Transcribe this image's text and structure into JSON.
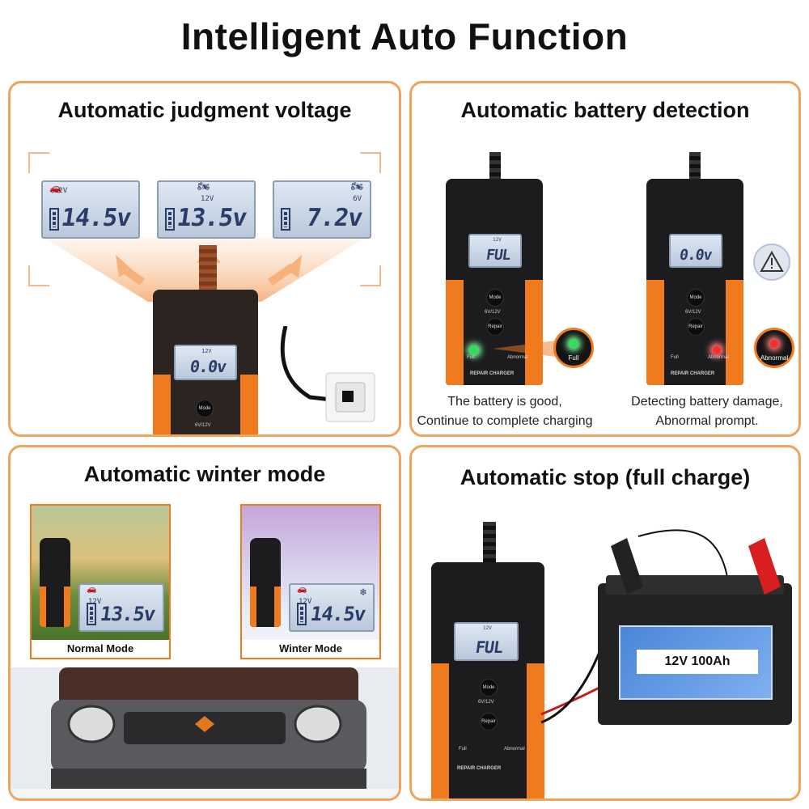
{
  "title": "Intelligent Auto Function",
  "panel1": {
    "title": "Automatic judgment voltage",
    "screens": [
      {
        "icon": "car-icon",
        "volt": "12V",
        "reading": "14.5v"
      },
      {
        "icon": "motorcycle-icon",
        "volt": "12V",
        "reading": "13.5v"
      },
      {
        "icon": "motorcycle-icon",
        "volt": "6V",
        "reading": "7.2v"
      }
    ],
    "device": {
      "lcd_volt": "12V",
      "lcd_reading": "0.0v",
      "mode": "Mode",
      "switch": "6V/12V"
    }
  },
  "panel2": {
    "title": "Automatic battery detection",
    "left": {
      "lcd_volt": "12V",
      "lcd_reading": "FUL",
      "mode": "Mode",
      "switch": "6V/12V",
      "repair": "Repair",
      "full": "Full",
      "abnormal": "Abnormal",
      "brand": "REPAIR CHARGER",
      "zoom_label": "Full"
    },
    "right": {
      "lcd_reading": "0.0v",
      "mode": "Mode",
      "switch": "6V/12V",
      "repair": "Repair",
      "full": "Full",
      "abnormal": "Abnormal",
      "brand": "REPAIR CHARGER",
      "zoom_label": "Abnormal"
    },
    "caption_left_1": "The battery is good,",
    "caption_left_2": "Continue to complete charging",
    "caption_right_1": "Detecting battery damage,",
    "caption_right_2": "Abnormal prompt."
  },
  "panel3": {
    "title": "Automatic winter mode",
    "normal": {
      "label": "Normal Mode",
      "volt": "12V",
      "reading": "13.5v"
    },
    "winter": {
      "label": "Winter Mode",
      "volt": "12V",
      "reading": "14.5v"
    }
  },
  "panel4": {
    "title": "Automatic stop (full charge)",
    "device": {
      "lcd_volt": "12V",
      "lcd_reading": "FUL",
      "mode": "Mode",
      "switch": "6V/12V",
      "repair": "Repair",
      "full": "Full",
      "abnormal": "Abnormal",
      "brand": "REPAIR CHARGER"
    },
    "battery_label": "12V 100Ah"
  },
  "colors": {
    "accent": "#f07a1e",
    "border": "#f0a35c",
    "lcd": "#c8d5e4"
  }
}
